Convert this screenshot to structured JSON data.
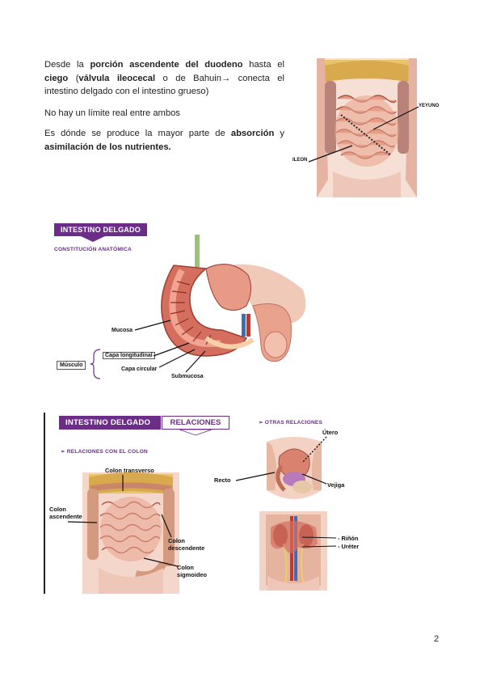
{
  "section1": {
    "p1_a": "Desde la ",
    "p1_b": "porción ascendente del duodeno",
    "p1_c": " hasta el ",
    "p1_d": "ciego",
    "p1_e": " (",
    "p1_f": "válvula ileocecal",
    "p1_g": " o de Bahuin→ conecta el intestino delgado con el intestino grueso)",
    "p2": "No hay un límite real entre ambos",
    "p3_a": "Es dónde se produce la mayor parte de ",
    "p3_b": "absorción",
    "p3_c": " y ",
    "p3_d": "asimilación de los nutrientes.",
    "fig_labels": {
      "yeyuno": "YEYUNO",
      "ileon": "ILEON"
    }
  },
  "section2": {
    "banner": "INTESTINO DELGADO",
    "subtitle": "CONSTITUCIÓN ANATÓMICA",
    "labels": {
      "mucosa": "Mucosa",
      "capa_longitudinal": "Capa longitudinal",
      "capa_circular": "Capa circular",
      "musculo": "Músculo",
      "submucosa": "Submucosa"
    }
  },
  "section3": {
    "banner_left": "INTESTINO DELGADO",
    "banner_right": "RELACIONES",
    "colon_title": "RELACIONES CON EL COLON",
    "otras_title": "OTRAS RELACIONES",
    "bullet": "➢",
    "colon_labels": {
      "transverso": "Colon transverso",
      "ascendente_1": "Colon",
      "ascendente_2": "ascendente",
      "descendente_1": "Colon",
      "descendente_2": "descendente",
      "sigmoideo_1": "Colon",
      "sigmoideo_2": "sigmoideo"
    },
    "otras_labels": {
      "utero": "Útero",
      "recto": "Recto",
      "vejiga": "Vejiga",
      "rinon": "Riñón",
      "ureter": "Uréter"
    }
  },
  "page_number": "2",
  "colors": {
    "accent": "#6b2d87",
    "tissue": "#d9826f",
    "fat": "#e8c46a"
  }
}
